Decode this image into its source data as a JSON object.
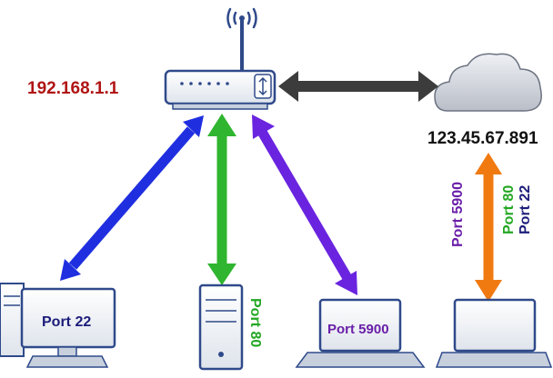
{
  "router": {
    "ip": "192.168.1.1",
    "ip_color": "#b01515"
  },
  "internet": {
    "ip": "123.45.67.891"
  },
  "devices": {
    "desktop": {
      "port_label": "Port 22",
      "label_color": "#1c1c7a"
    },
    "server": {
      "port_label": "Port 80",
      "label_color": "#22a722"
    },
    "laptop_mid": {
      "port_label": "Port 5900",
      "label_color": "#6a1fa8"
    },
    "laptop_remote": {
      "label": ""
    }
  },
  "remote_ports": {
    "left": {
      "label": "Port 5900",
      "color": "#6a1fa8"
    },
    "right_line1": {
      "label": "Port 80",
      "color": "#22a722"
    },
    "right_line2": {
      "label": "Port 22",
      "color": "#1c1c7a"
    }
  },
  "links": {
    "router_cloud": {
      "color": "#3c3c3c",
      "icon": "double-arrow"
    },
    "router_desktop": {
      "color": "#1f2fe0",
      "icon": "double-arrow"
    },
    "router_server": {
      "color": "#2fb52f",
      "icon": "double-arrow"
    },
    "router_laptop": {
      "color": "#6a24e0",
      "icon": "double-arrow"
    },
    "cloud_laptop": {
      "color": "#f07a10",
      "icon": "double-arrow"
    }
  },
  "icons": {
    "router": "wifi-router-icon",
    "cloud": "cloud-icon",
    "desktop": "desktop-computer-icon",
    "server": "server-tower-icon",
    "laptop": "laptop-icon"
  }
}
